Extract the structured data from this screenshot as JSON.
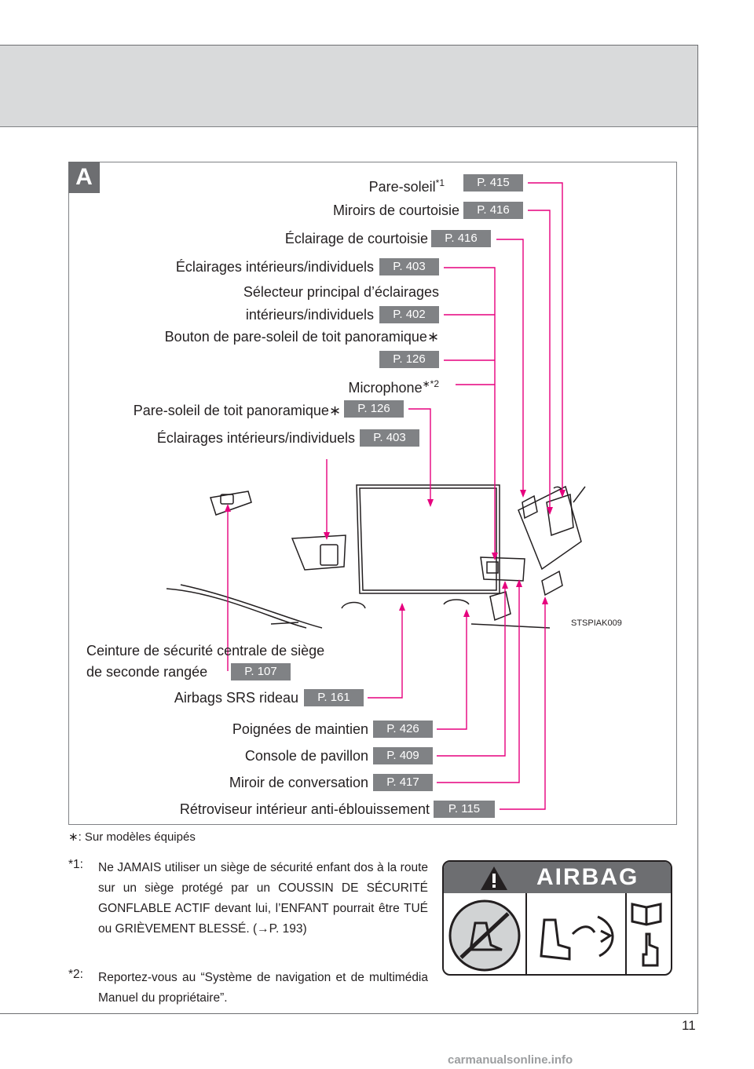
{
  "section_tag": "A",
  "callouts": [
    {
      "label": "Pare-soleil",
      "sup": "*1",
      "page": "P. 415"
    },
    {
      "label": "Miroirs de courtoisie",
      "page": "P. 416"
    },
    {
      "label": "Éclairage de courtoisie",
      "page": "P. 416"
    },
    {
      "label": "Éclairages intérieurs/individuels",
      "page": "P. 403"
    },
    {
      "label_line1": "Sélecteur principal d’éclairages",
      "label_line2": "intérieurs/individuels",
      "page": "P. 402"
    },
    {
      "label": "Bouton de pare-soleil de toit panoramique",
      "sup": "∗",
      "page": "P. 126"
    },
    {
      "label": "Microphone",
      "sup": "∗*2"
    },
    {
      "label": "Pare-soleil de toit panoramique",
      "sup": "∗",
      "page": "P. 126"
    },
    {
      "label": "Éclairages intérieurs/individuels",
      "page": "P. 403"
    }
  ],
  "lower_callouts": [
    {
      "label_line1": "Ceinture de sécurité centrale de siège",
      "label_line2": "de seconde rangée",
      "page": "P. 107"
    },
    {
      "label": "Airbags SRS rideau",
      "page": "P. 161"
    },
    {
      "label": "Poignées de maintien",
      "page": "P. 426"
    },
    {
      "label": "Console de pavillon",
      "page": "P. 409"
    },
    {
      "label": "Miroir de conversation",
      "page": "P. 417"
    },
    {
      "label": "Rétroviseur intérieur anti-éblouissement",
      "page": "P. 115"
    }
  ],
  "image_code": "STSPIAK009",
  "legend": "∗: Sur modèles équipés",
  "notes": [
    {
      "mark": "*1:",
      "text": "Ne JAMAIS utiliser un siège de sécurité enfant dos à la route sur un siège protégé par un COUSSIN DE SÉCURITÉ GONFLABLE ACTIF devant lui, l’ENFANT pourrait être TUÉ ou GRIÈVEMENT BLESSÉ. (→P. 193)"
    },
    {
      "mark": "*2:",
      "text": "Reportez-vous au “Système de navigation et de multimédia Manuel du propriétaire”."
    }
  ],
  "airbag_label": {
    "title": "AIRBAG"
  },
  "page_number": "11",
  "footer": "carmanualsonline.info",
  "colors": {
    "leader_lines": "#e6007e",
    "page_badge": "#808285",
    "header_band": "#d9dadb"
  }
}
